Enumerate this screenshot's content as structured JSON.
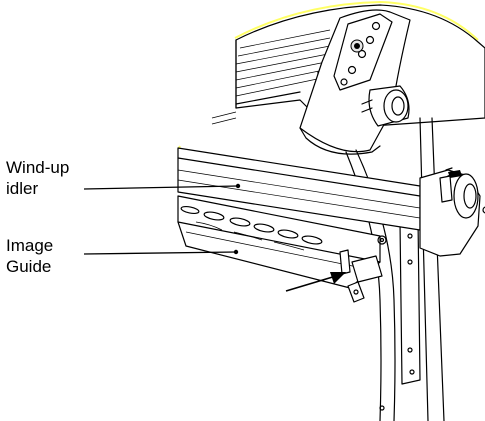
{
  "callouts": {
    "wind_up_idler": {
      "line1": "Wind-up",
      "line2": "idler"
    },
    "image_guide": {
      "line1": "Image",
      "line2": "Guide"
    }
  },
  "colors": {
    "outline": "#000000",
    "highlight_edge": "#ffff66",
    "background": "#ffffff"
  }
}
